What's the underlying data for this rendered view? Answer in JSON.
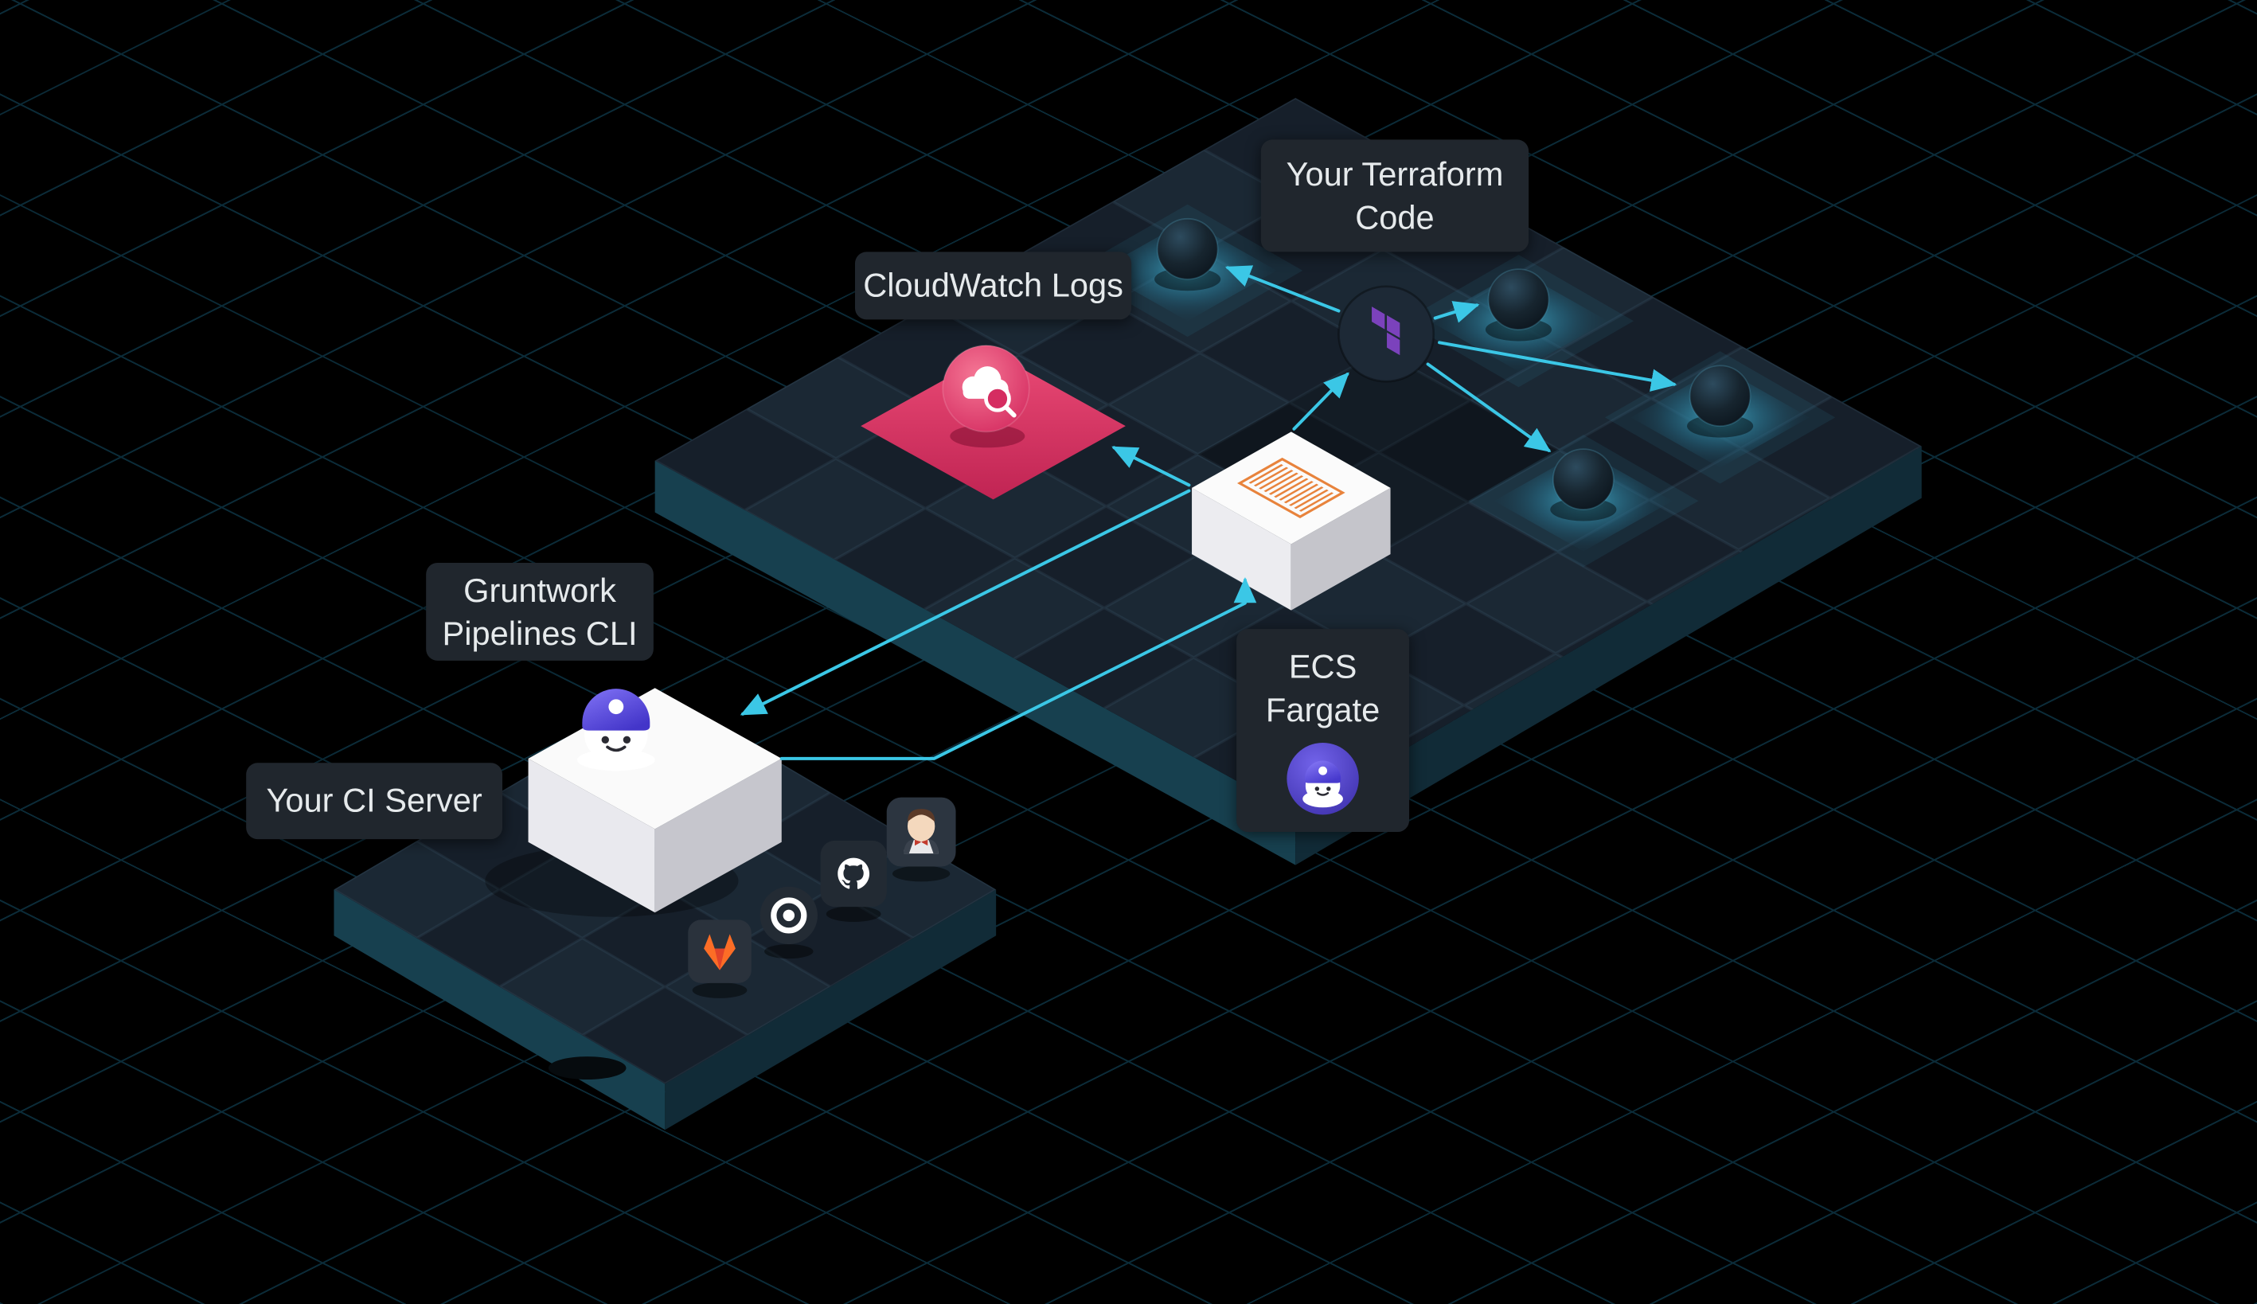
{
  "labels": {
    "terraform_code": "Your Terraform Code",
    "cloudwatch_logs": "CloudWatch Logs",
    "gruntwork_pipelines_cli": "Gruntwork Pipelines CLI",
    "ci_server": "Your CI Server",
    "ecs_fargate": "ECS Fargate"
  },
  "icons": [
    "cloudwatch-logs-icon",
    "terraform-icon",
    "gruntwork-mascot-icon",
    "gruntwork-logo-icon",
    "container-logs-icon",
    "jenkins-icon",
    "github-icon",
    "circleci-icon",
    "gitlab-icon",
    "resource-node-sphere"
  ],
  "connections": [
    {
      "from": "terraform-code",
      "to": "resource-node-1"
    },
    {
      "from": "terraform-code",
      "to": "resource-node-2"
    },
    {
      "from": "terraform-code",
      "to": "resource-node-3"
    },
    {
      "from": "terraform-code",
      "to": "resource-node-4"
    },
    {
      "from": "ecs-fargate-task",
      "to": "terraform-code"
    },
    {
      "from": "ecs-fargate-task",
      "to": "cloudwatch-logs"
    },
    {
      "from": "ecs-fargate-task",
      "to": "ci-server"
    },
    {
      "from": "ci-server",
      "to": "ecs-fargate-task"
    }
  ],
  "colors": {
    "background": "#000000",
    "grid": "#1d6d8c",
    "accent": "#3bc7e6",
    "pink": "#d92e60",
    "terraform_purple": "#7b42bc",
    "gruntwork_purple": "#5b4bd8",
    "box_orange": "#e8833c",
    "label_bg": "#20262d",
    "label_text": "#e6eaec",
    "platform_side_left": "#17404f",
    "platform_side_right": "#112b37"
  }
}
